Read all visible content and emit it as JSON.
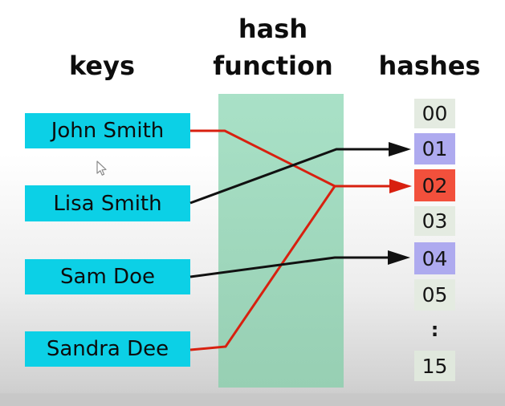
{
  "headings": {
    "keys": "keys",
    "hash_function_line1": "hash",
    "hash_function_line2": "function",
    "hashes": "hashes"
  },
  "keys": [
    {
      "label": "John Smith"
    },
    {
      "label": "Lisa Smith"
    },
    {
      "label": "Sam Doe"
    },
    {
      "label": "Sandra Dee"
    }
  ],
  "hashes": {
    "cells": [
      {
        "label": "00",
        "bg": "#e4ebe1"
      },
      {
        "label": "01",
        "bg": "#aeaaef"
      },
      {
        "label": "02",
        "bg": "#f2503c"
      },
      {
        "label": "03",
        "bg": "#e4ebe1"
      },
      {
        "label": "04",
        "bg": "#aeaaef"
      },
      {
        "label": "05",
        "bg": "#e4ebe1"
      },
      {
        "label": ":",
        "bg": "transparent"
      },
      {
        "label": "15",
        "bg": "#e0e8dd"
      }
    ]
  },
  "colors": {
    "key_box": "#0cd0e6",
    "hash_function_box_top": "#a9e1c7",
    "hash_function_box_bottom": "#97cfb3",
    "arrow_black": "#111111",
    "arrow_red": "#d8200f"
  },
  "mappings": [
    {
      "from": "John Smith",
      "to": "02",
      "color": "red"
    },
    {
      "from": "Lisa Smith",
      "to": "01",
      "color": "black"
    },
    {
      "from": "Sam Doe",
      "to": "04",
      "color": "black"
    },
    {
      "from": "Sandra Dee",
      "to": "02",
      "color": "red"
    }
  ]
}
